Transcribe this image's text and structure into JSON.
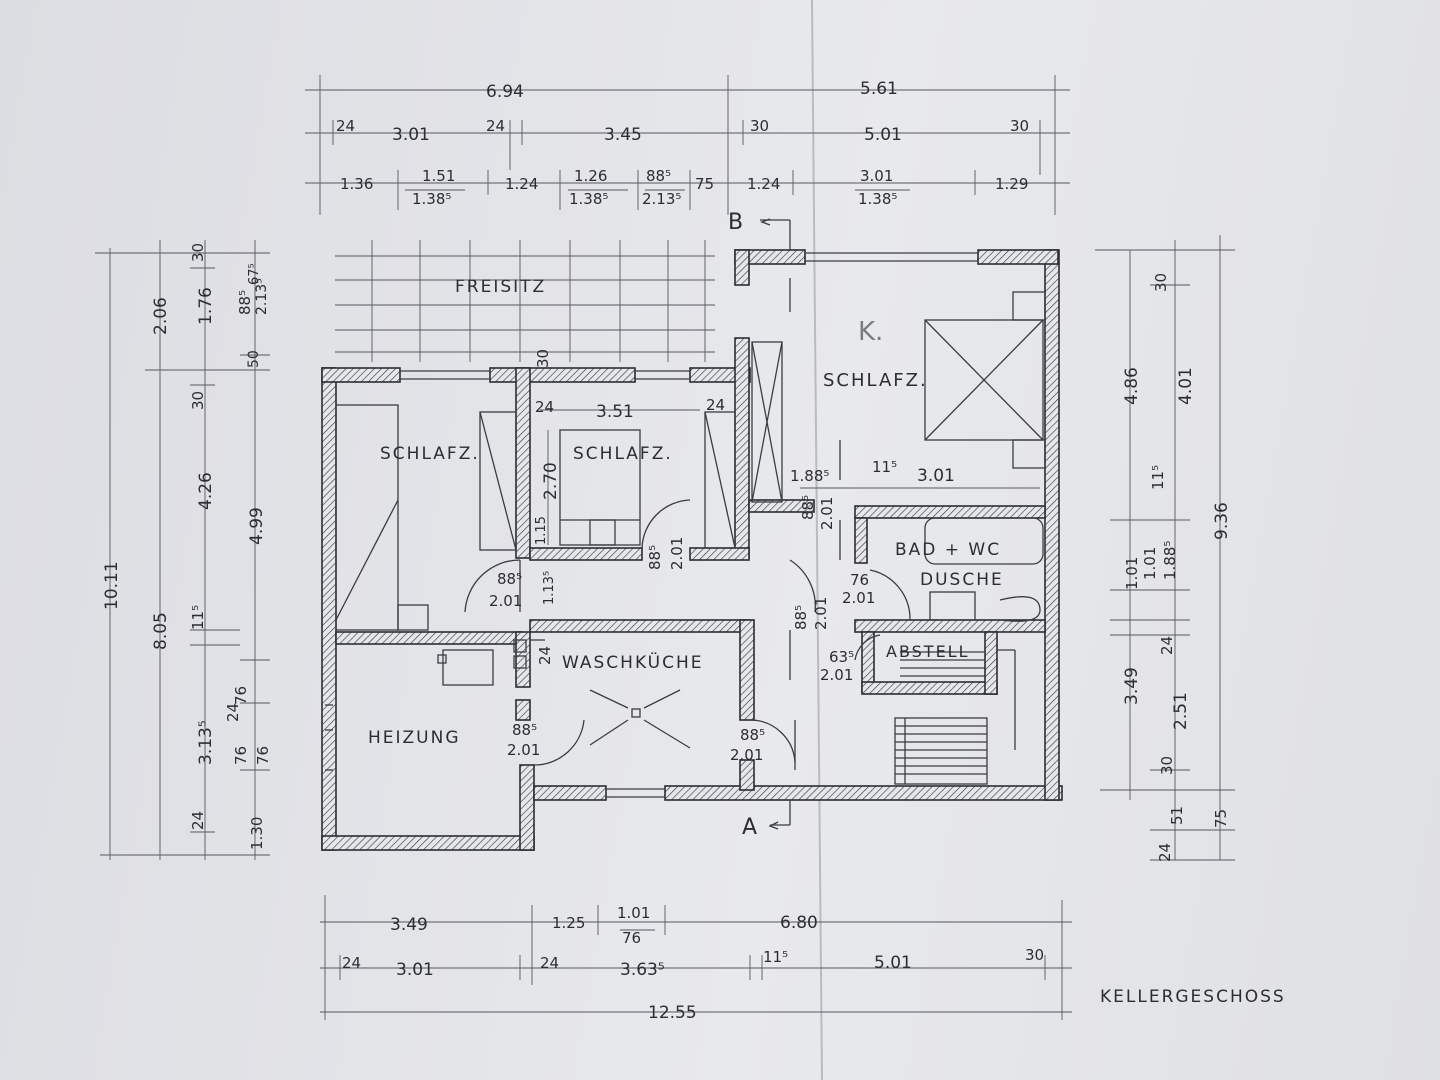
{
  "title": "KELLERGESCHOSS",
  "rooms": {
    "freisitz": "FREISITZ",
    "schlafz_right": "SCHLAFZ.",
    "schlafz_left": "SCHLAFZ.",
    "schlafz_mid": "SCHLAFZ.",
    "bad_wc": "BAD + WC",
    "dusche": "DUSCHE",
    "waschkueche": "WASCHKÜCHE",
    "heizung": "HEIZUNG",
    "abstell": "ABSTELL",
    "handwritten_k": "K."
  },
  "section_marks": {
    "a": "A",
    "b": "B"
  },
  "top_dims": {
    "row1": [
      "6.94",
      "5.61"
    ],
    "row2": [
      "24",
      "3.01",
      "24",
      "3.45",
      "30",
      "5.01",
      "30"
    ],
    "row3": [
      "1.36",
      "1.51",
      "1.38⁵",
      "1.24",
      "1.26",
      "1.38⁵",
      "88⁵",
      "2.13⁵",
      "75",
      "1.24",
      "3.01",
      "1.38⁵",
      "1.29"
    ]
  },
  "bottom_dims": {
    "row1": [
      "3.49",
      "1.25",
      "1.01",
      "76",
      "6.80"
    ],
    "row2": [
      "24",
      "3.01",
      "24",
      "3.63⁵",
      "11⁵",
      "5.01",
      "30"
    ],
    "total": "12.55"
  },
  "left_dims": {
    "outer": "10.11",
    "col2": [
      "2.06",
      "8.05"
    ],
    "col3": [
      "30",
      "1.76",
      "30",
      "4.26",
      "11⁵",
      "3.13⁵",
      "24",
      "1.30"
    ],
    "col4": [
      "88⁵",
      "2.13⁵",
      "67⁵",
      "50",
      "4.99",
      "76",
      "24",
      "76",
      "76"
    ]
  },
  "right_dims": {
    "outer": "9.36",
    "col1": [
      "4.86",
      "1.01",
      "3.49",
      "30",
      "51",
      "24"
    ],
    "col2": [
      "30",
      "4.01",
      "11⁵",
      "1.01",
      "1.88⁵",
      "24",
      "2.51",
      "75"
    ]
  },
  "inner_dims": {
    "schlafz_width": "3.51",
    "schlafz_height": "2.70",
    "wall_24a": "24",
    "wall_24b": "24",
    "wall_30": "30",
    "door_left": [
      "88⁵",
      "2.01"
    ],
    "door_mid": [
      "88⁵",
      "2.01"
    ],
    "door_hall": [
      "1.13⁵",
      "1.15"
    ],
    "door_bad": [
      "88⁵",
      "2.01"
    ],
    "door_dusche": [
      "76",
      "2.01"
    ],
    "door_abstell": [
      "63⁵",
      "2.01"
    ],
    "door_heizung": [
      "88⁵",
      "2.01"
    ],
    "door_wasch": [
      "88⁵",
      "2.01"
    ],
    "door_stair": [
      "88⁵",
      "2.01"
    ],
    "schlafz_right_dims": [
      "1.88⁵",
      "11⁵",
      "3.01"
    ],
    "wall_24c": "24"
  }
}
